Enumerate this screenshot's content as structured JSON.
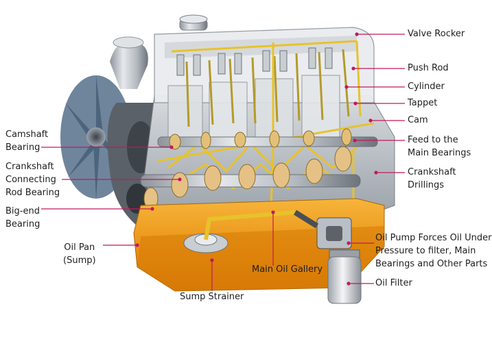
{
  "labels": {
    "valve_rocker": "Valve Rocker",
    "push_rod": "Push Rod",
    "cylinder": "Cylinder",
    "tappet": "Tappet",
    "cam": "Cam",
    "feed_line1": "Feed to the",
    "feed_line2": "Main Bearings",
    "crank_drill_line1": "Crankshaft",
    "crank_drill_line2": "Drillings",
    "pump_line1": "Oil Pump Forces Oil Under",
    "pump_line2": "Pressure to filter, Main",
    "pump_line3": "Bearings and Other Parts",
    "oil_filter": "Oil Filter",
    "camshaft_line1": "Camshaft",
    "camshaft_line2": "Bearing",
    "conrod_line1": "Crankshaft",
    "conrod_line2": "Connecting",
    "conrod_line3": "Rod Bearing",
    "bigend_line1": "Big-end",
    "bigend_line2": "Bearing",
    "oilpan_line1": "Oil Pan",
    "oilpan_line2": "(Sump)",
    "main_gallery": "Main Oil Gallery",
    "sump_strainer": "Sump Strainer"
  },
  "colors": {
    "leader": "#c2185b",
    "oil": "#e8c22a",
    "sump_oil": "#f0a020",
    "metal": "#b9bfc6",
    "dark_metal": "#4a4f55"
  }
}
